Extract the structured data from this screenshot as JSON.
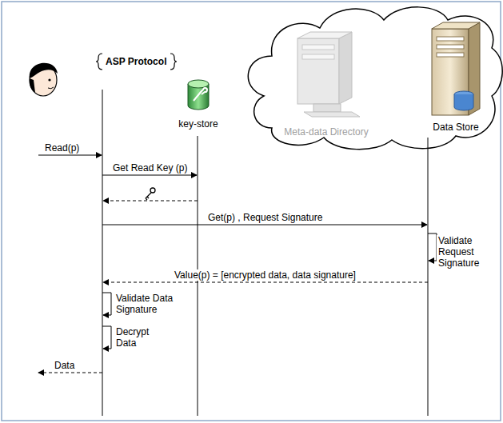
{
  "diagram": {
    "nodes": [
      {
        "text": [
          "ASP Protocol"
        ]
      },
      {
        "text": [
          "key-store"
        ]
      },
      {
        "text": [
          "Meta-data Directory"
        ]
      },
      {
        "text": [
          "Data Store"
        ]
      }
    ],
    "edges": [
      {
        "from": 0,
        "to": 1,
        "label": "Get Read Key (p)",
        "arrow": "to"
      },
      {
        "from": 1,
        "to": 0,
        "arrow": "to"
      },
      {
        "from": 0,
        "to": 3,
        "label": "Get(p) , Request Signature",
        "arrow": "to"
      },
      {
        "from": 3,
        "to": 0,
        "label": "Value(p) = [encrypted data, data signature]",
        "arrow": "to"
      }
    ],
    "labels": [
      "Read(p)",
      "Validate Request Signature",
      "Validate Data Signature",
      "Decrypt Data",
      "Data"
    ]
  }
}
